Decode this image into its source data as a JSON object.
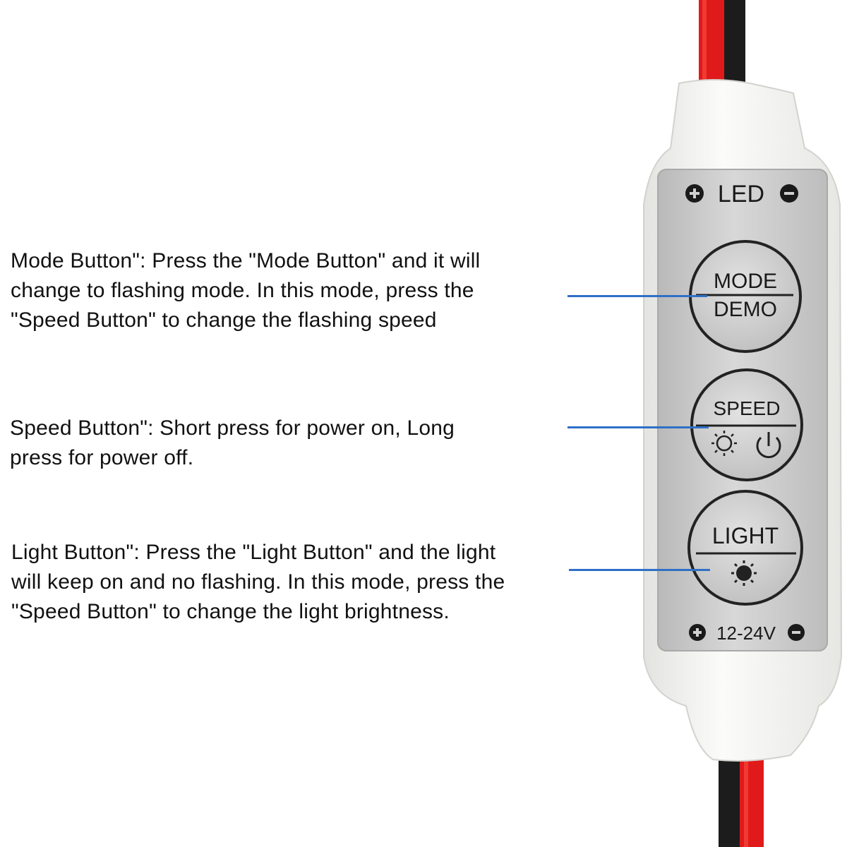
{
  "device": {
    "led_label": "LED",
    "voltage_label": "12-24V",
    "buttons": {
      "mode_top": "MODE",
      "mode_bottom": "DEMO",
      "speed": "SPEED",
      "light": "LIGHT"
    }
  },
  "descriptions": {
    "mode": [
      "Mode Button\": Press the \"Mode Button\" and it will",
      "change to flashing mode. In this mode, press the",
      "\"Speed Button\" to change the flashing speed"
    ],
    "speed": [
      "Speed Button\": Short press for power on, Long",
      "press for power off."
    ],
    "light": [
      "Light Button\": Press the \"Light Button\" and the light",
      "will keep on and no flashing. In this mode, press the",
      "\"Speed Button\" to change the light brightness."
    ]
  },
  "colors": {
    "leader": "#2f6fc7",
    "wire_red": "#e01a1a",
    "wire_black": "#1c1c1c",
    "housing": "#f4f4f2",
    "panel": "#c9c9c9"
  }
}
